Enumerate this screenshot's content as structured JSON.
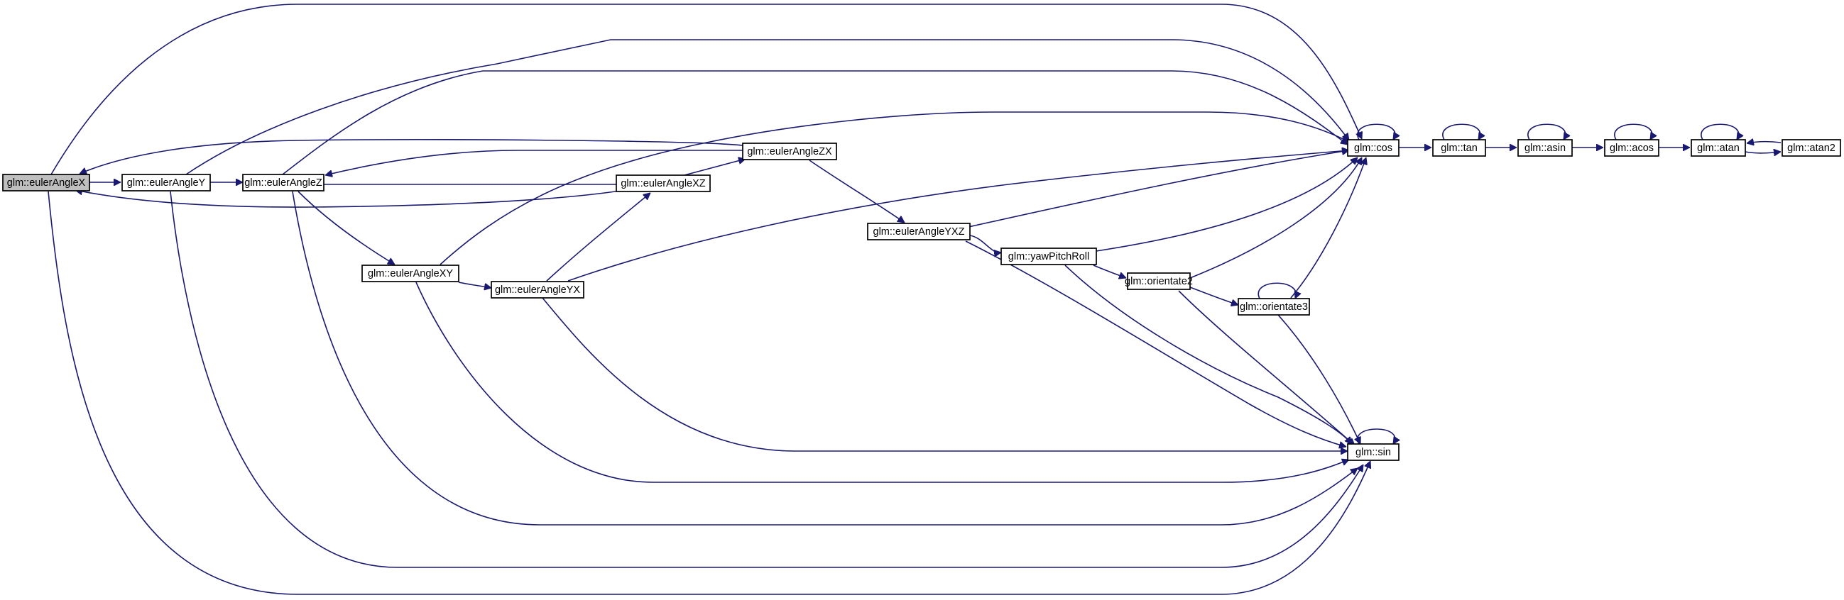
{
  "nodes": {
    "eulerAngleX": "glm::eulerAngleX",
    "eulerAngleY": "glm::eulerAngleY",
    "eulerAngleZ": "glm::eulerAngleZ",
    "eulerAngleZX": "glm::eulerAngleZX",
    "eulerAngleXZ": "glm::eulerAngleXZ",
    "eulerAngleXY": "glm::eulerAngleXY",
    "eulerAngleYX": "glm::eulerAngleYX",
    "eulerAngleYXZ": "glm::eulerAngleYXZ",
    "yawPitchRoll": "glm::yawPitchRoll",
    "orientate2": "glm::orientate2",
    "orientate3": "glm::orientate3",
    "cos": "glm::cos",
    "sin": "glm::sin",
    "tan": "glm::tan",
    "asin": "glm::asin",
    "acos": "glm::acos",
    "atan": "glm::atan",
    "atan2": "glm::atan2"
  },
  "colors": {
    "edge": "#191970",
    "root_fill": "#bfbfbf",
    "node_fill": "#ffffff"
  }
}
